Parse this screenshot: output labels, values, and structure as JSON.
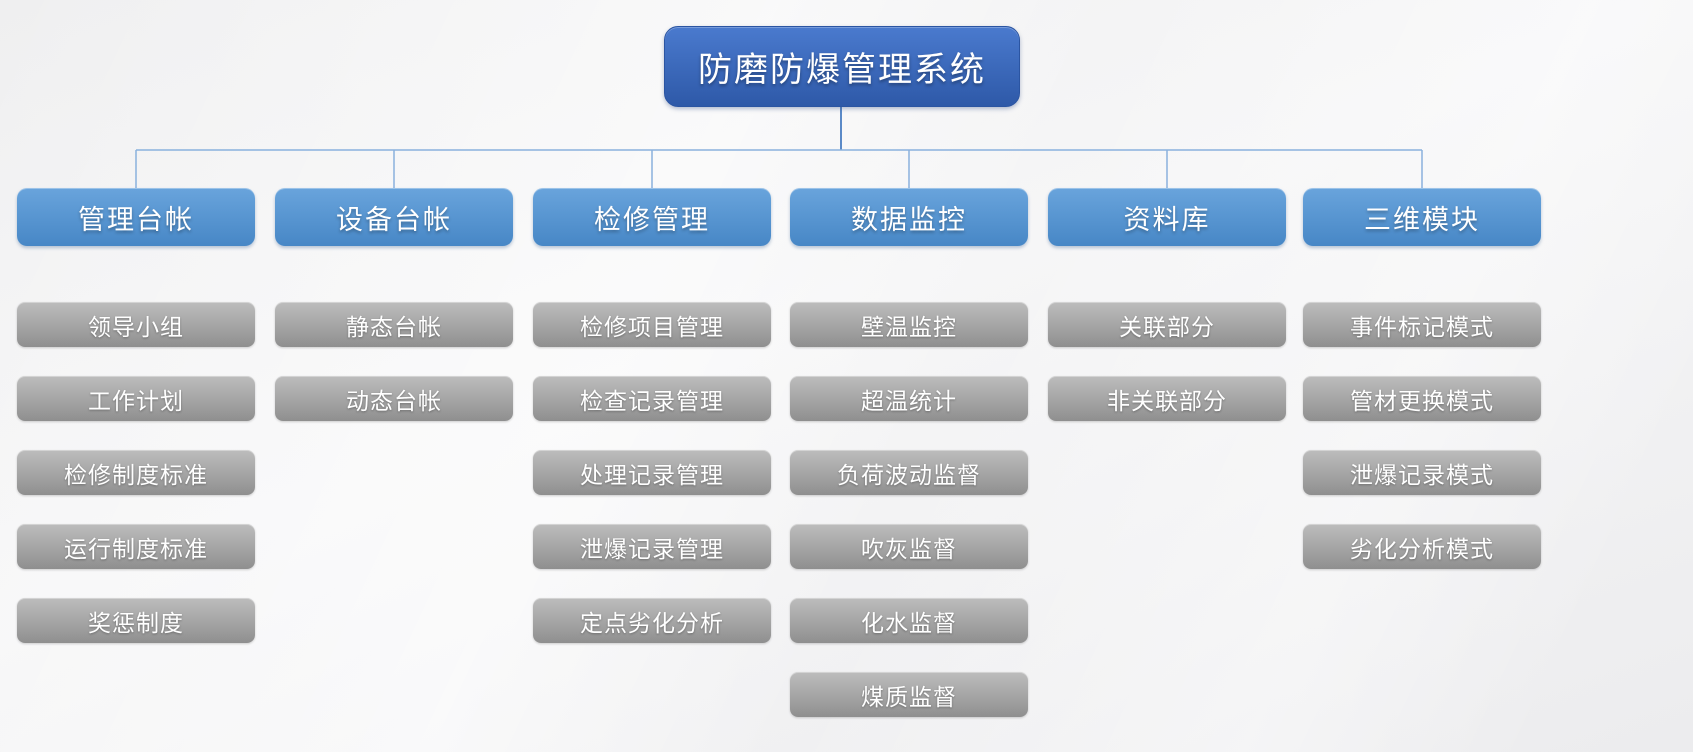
{
  "title": "防磨防爆管理系统",
  "columns": [
    {
      "header": "管理台帐",
      "items": [
        "领导小组",
        "工作计划",
        "检修制度标准",
        "运行制度标准",
        "奖惩制度"
      ]
    },
    {
      "header": "设备台帐",
      "items": [
        "静态台帐",
        "动态台帐"
      ]
    },
    {
      "header": "检修管理",
      "items": [
        "检修项目管理",
        "检查记录管理",
        "处理记录管理",
        "泄爆记录管理",
        "定点劣化分析"
      ]
    },
    {
      "header": "数据监控",
      "items": [
        "壁温监控",
        "超温统计",
        "负荷波动监督",
        "吹灰监督",
        "化水监督",
        "煤质监督"
      ]
    },
    {
      "header": "资料库",
      "items": [
        "关联部分",
        "非关联部分"
      ]
    },
    {
      "header": "三维模块",
      "items": [
        "事件标记模式",
        "管材更换模式",
        "泄爆记录模式",
        "劣化分析模式"
      ]
    }
  ],
  "colors": {
    "root_top": "#4a7ace",
    "root_bottom": "#2e59a8",
    "root_border": "#2b55a2",
    "header_top": "#69a4dc",
    "header_bottom": "#4787c6",
    "item_top": "#bdbdbd",
    "item_bottom": "#8f8f8f",
    "connector": "#8ab1dd",
    "root_connector": "#5b8ac7",
    "text": "#ffffff",
    "background": "#f1f1f2"
  }
}
